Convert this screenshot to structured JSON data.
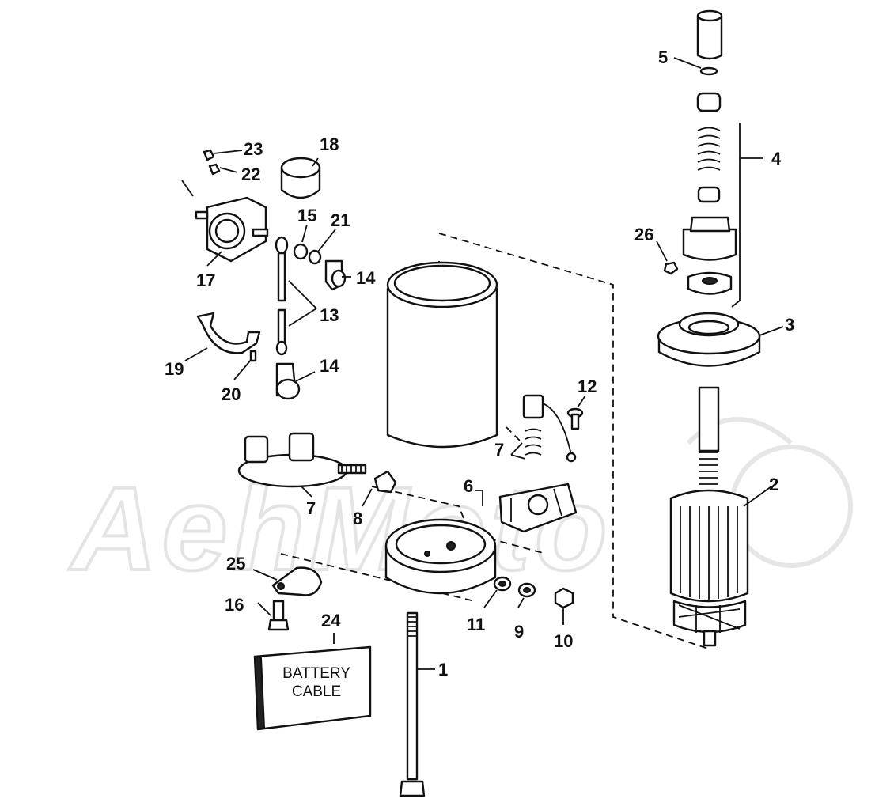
{
  "watermark": {
    "text": "AehMoto"
  },
  "battery_box": {
    "line1": "BATTERY",
    "line2": "CABLE"
  },
  "callouts": [
    {
      "id": "c1",
      "label": "1"
    },
    {
      "id": "c2",
      "label": "2"
    },
    {
      "id": "c3",
      "label": "3"
    },
    {
      "id": "c4",
      "label": "4"
    },
    {
      "id": "c5",
      "label": "5"
    },
    {
      "id": "c6",
      "label": "6"
    },
    {
      "id": "c7a",
      "label": "7"
    },
    {
      "id": "c7b",
      "label": "7"
    },
    {
      "id": "c8",
      "label": "8"
    },
    {
      "id": "c9",
      "label": "9"
    },
    {
      "id": "c10",
      "label": "10"
    },
    {
      "id": "c11",
      "label": "11"
    },
    {
      "id": "c12",
      "label": "12"
    },
    {
      "id": "c13",
      "label": "13"
    },
    {
      "id": "c14a",
      "label": "14"
    },
    {
      "id": "c14b",
      "label": "14"
    },
    {
      "id": "c15",
      "label": "15"
    },
    {
      "id": "c16",
      "label": "16"
    },
    {
      "id": "c17",
      "label": "17"
    },
    {
      "id": "c18",
      "label": "18"
    },
    {
      "id": "c19",
      "label": "19"
    },
    {
      "id": "c20",
      "label": "20"
    },
    {
      "id": "c21",
      "label": "21"
    },
    {
      "id": "c22",
      "label": "22"
    },
    {
      "id": "c23",
      "label": "23"
    },
    {
      "id": "c24",
      "label": "24"
    },
    {
      "id": "c25",
      "label": "25"
    },
    {
      "id": "c26",
      "label": "26"
    }
  ]
}
